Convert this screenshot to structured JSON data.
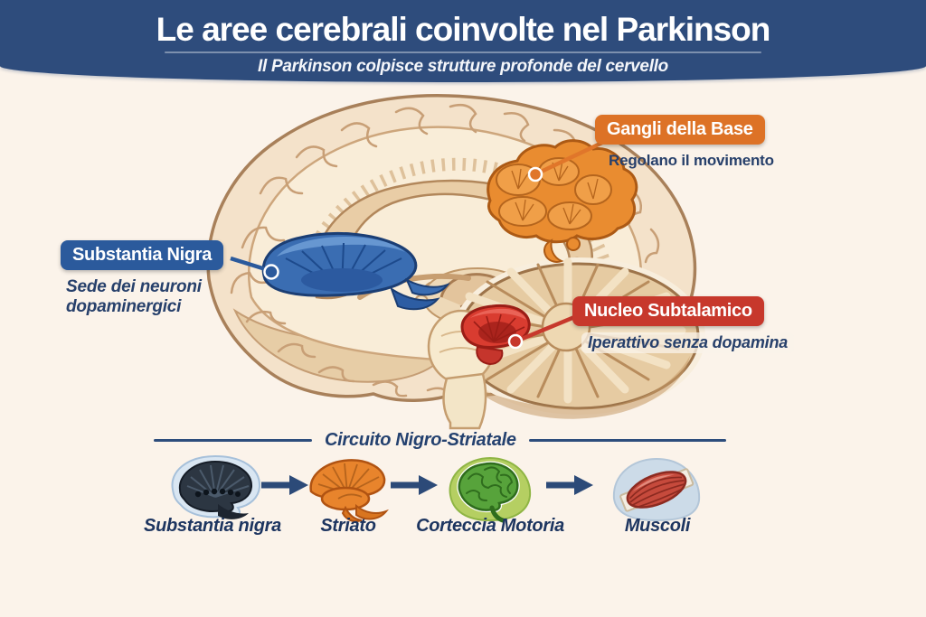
{
  "header": {
    "title": "Le aree cerebrali coinvolte nel Parkinson",
    "subtitle": "Il Parkinson colpisce strutture profonde del cervello",
    "background": "#2e4c7c",
    "text_color": "#ffffff"
  },
  "regions": [
    {
      "name": "Gangli della Base",
      "description": "Regolano il movimento",
      "color": "#dd7226"
    },
    {
      "name": "Substantia Nigra",
      "description": "Sede dei neuroni dopaminergici",
      "color": "#2b5a9c"
    },
    {
      "name": "Nucleo Subtalamico",
      "description": "Iperattivo senza dopamina",
      "color": "#c7382c"
    }
  ],
  "circuit": {
    "title": "Circuito Nigro-Striatale",
    "steps": [
      {
        "label": "Substantia nigra",
        "icon": "dark-brain-icon",
        "color": "#2c3642"
      },
      {
        "label": "Striato",
        "icon": "orange-striatum-icon",
        "color": "#e8842c"
      },
      {
        "label": "Corteccia Motoria",
        "icon": "green-brain-icon",
        "color": "#57a33b"
      },
      {
        "label": "Muscoli",
        "icon": "muscle-icon",
        "color": "#c64a3c"
      }
    ],
    "arrow_color": "#2c4a78",
    "line_color": "#2d4d7c"
  },
  "palette": {
    "page_background": "#fbf3ea",
    "brain_cortex": "#f4e2ca",
    "brain_outline": "#a8805a",
    "text_dark_blue": "#27406b"
  }
}
